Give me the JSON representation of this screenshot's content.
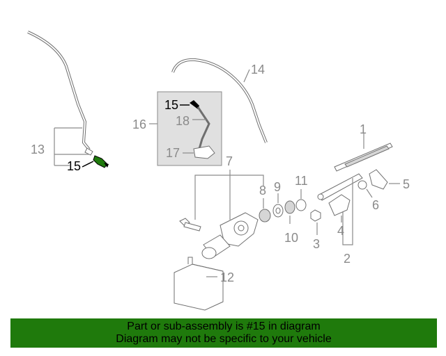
{
  "labels": {
    "p1": "1",
    "p2": "2",
    "p3": "3",
    "p4": "4",
    "p5": "5",
    "p6": "6",
    "p7": "7",
    "p8": "8",
    "p9": "9",
    "p10": "10",
    "p11": "11",
    "p12": "12",
    "p13": "13",
    "p14": "14",
    "p15a": "15",
    "p15b": "15",
    "p16": "16",
    "p17": "17",
    "p18": "18"
  },
  "banner": {
    "line1": "Part or sub-assembly is #15 in diagram",
    "line2": "Diagram may not be specific to your vehicle"
  },
  "colors": {
    "banner_bg": "#1f7a0c",
    "highlight_part": "#1f7a0c",
    "callout_gray": "#8a8a8a"
  }
}
